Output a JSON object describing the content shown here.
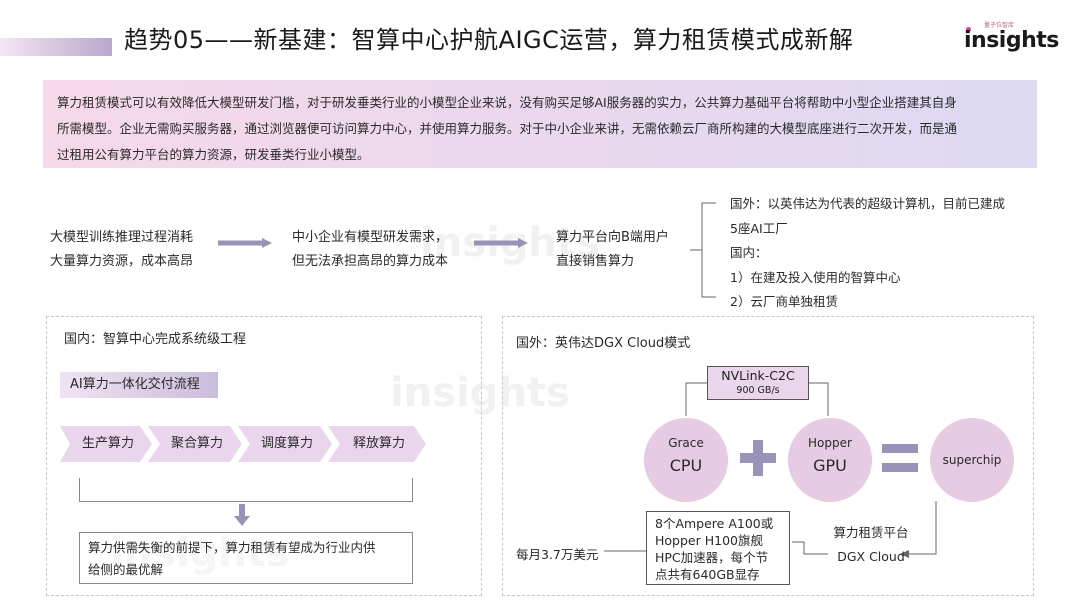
{
  "header": {
    "title": "趋势05——新基建：智算中心护航AIGC运营，算力租赁模式成新解",
    "logo_small": "量子位智库",
    "logo_text": "insights"
  },
  "intro": {
    "line1": "算力租赁模式可以有效降低大模型研发门槛，对于研发垂类行业的小模型企业来说，没有购买足够AI服务器的实力，公共算力基础平台将帮助中小型企业搭建其自身",
    "line2": "所需模型。企业无需购买服务器，通过浏览器便可访问算力中心，并使用算力服务。对于中小企业来讲，无需依赖云厂商所构建的大模型底座进行二次开发，而是通",
    "line3": "过租用公有算力平台的算力资源，研发垂类行业小模型。"
  },
  "flow": {
    "step1_line1": "大模型训练推理过程消耗",
    "step1_line2": "大量算力资源，成本高昂",
    "step2_line1": "中小企业有模型研发需求，",
    "step2_line2": "但无法承担高昂的算力成本",
    "step3_line1": "算力平台向B端用户",
    "step3_line2": "直接销售算力",
    "branch": {
      "line1": "国外：以英伟达为代表的超级计算机，目前已建成",
      "line2": "5座AI工厂",
      "line3": "国内：",
      "line4": "1）在建及投入使用的智算中心",
      "line5": "2）云厂商单独租赁"
    }
  },
  "domestic_panel": {
    "title": "国内：智算中心完成系统级工程",
    "process_label": "AI算力一体化交付流程",
    "steps": [
      "生产算力",
      "聚合算力",
      "调度算力",
      "释放算力"
    ],
    "conclusion_line1": "算力供需失衡的前提下，算力租赁有望成为行业内供",
    "conclusion_line2": "给侧的最优解"
  },
  "foreign_panel": {
    "title": "国外：英伟达DGX Cloud模式",
    "nvlink_label": "NVLink-C2C",
    "nvlink_speed": "900 GB/s",
    "grace_top": "Grace",
    "grace_main": "CPU",
    "hopper_top": "Hopper",
    "hopper_main": "GPU",
    "superchip": "superchip",
    "platform_line1": "算力租赁平台",
    "platform_line2": "DGX Cloud",
    "spec_line1": "8个Ampere A100或",
    "spec_line2": "Hopper H100旗舰",
    "spec_line3": "HPC加速器，每个节",
    "spec_line4": "点共有640GB显存",
    "price": "每月3.7万美元"
  },
  "colors": {
    "accent_purple": "#9a93b8",
    "chevron_fill": "#ead6ec",
    "circle_fill": "#e6cbe2",
    "logo_dot": "#d0449a"
  }
}
